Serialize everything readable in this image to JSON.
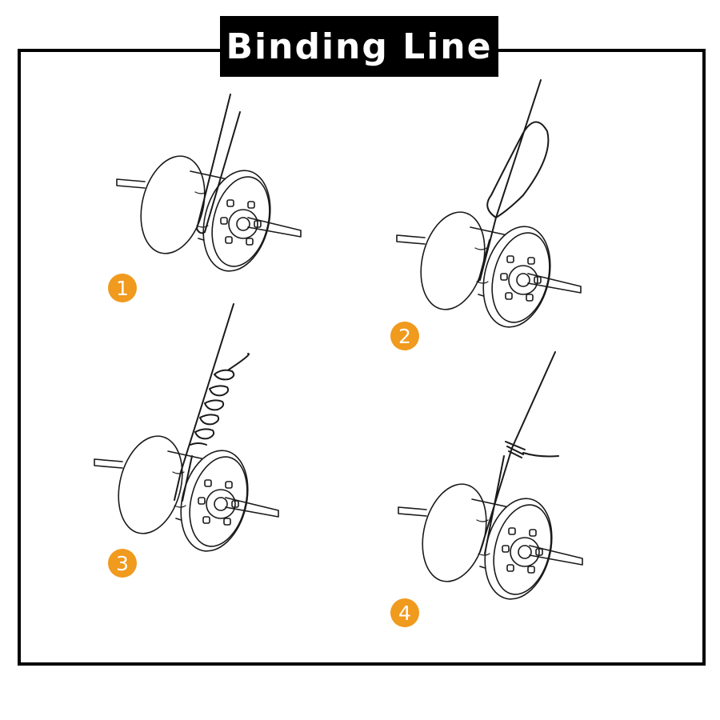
{
  "header": {
    "title": "Binding Line"
  },
  "steps": [
    {
      "number": "1"
    },
    {
      "number": "2"
    },
    {
      "number": "3"
    },
    {
      "number": "4"
    }
  ],
  "colors": {
    "badge": "#f09a1e",
    "ink": "#1a1a1a",
    "title_bg": "#000000",
    "title_text": "#ffffff"
  }
}
